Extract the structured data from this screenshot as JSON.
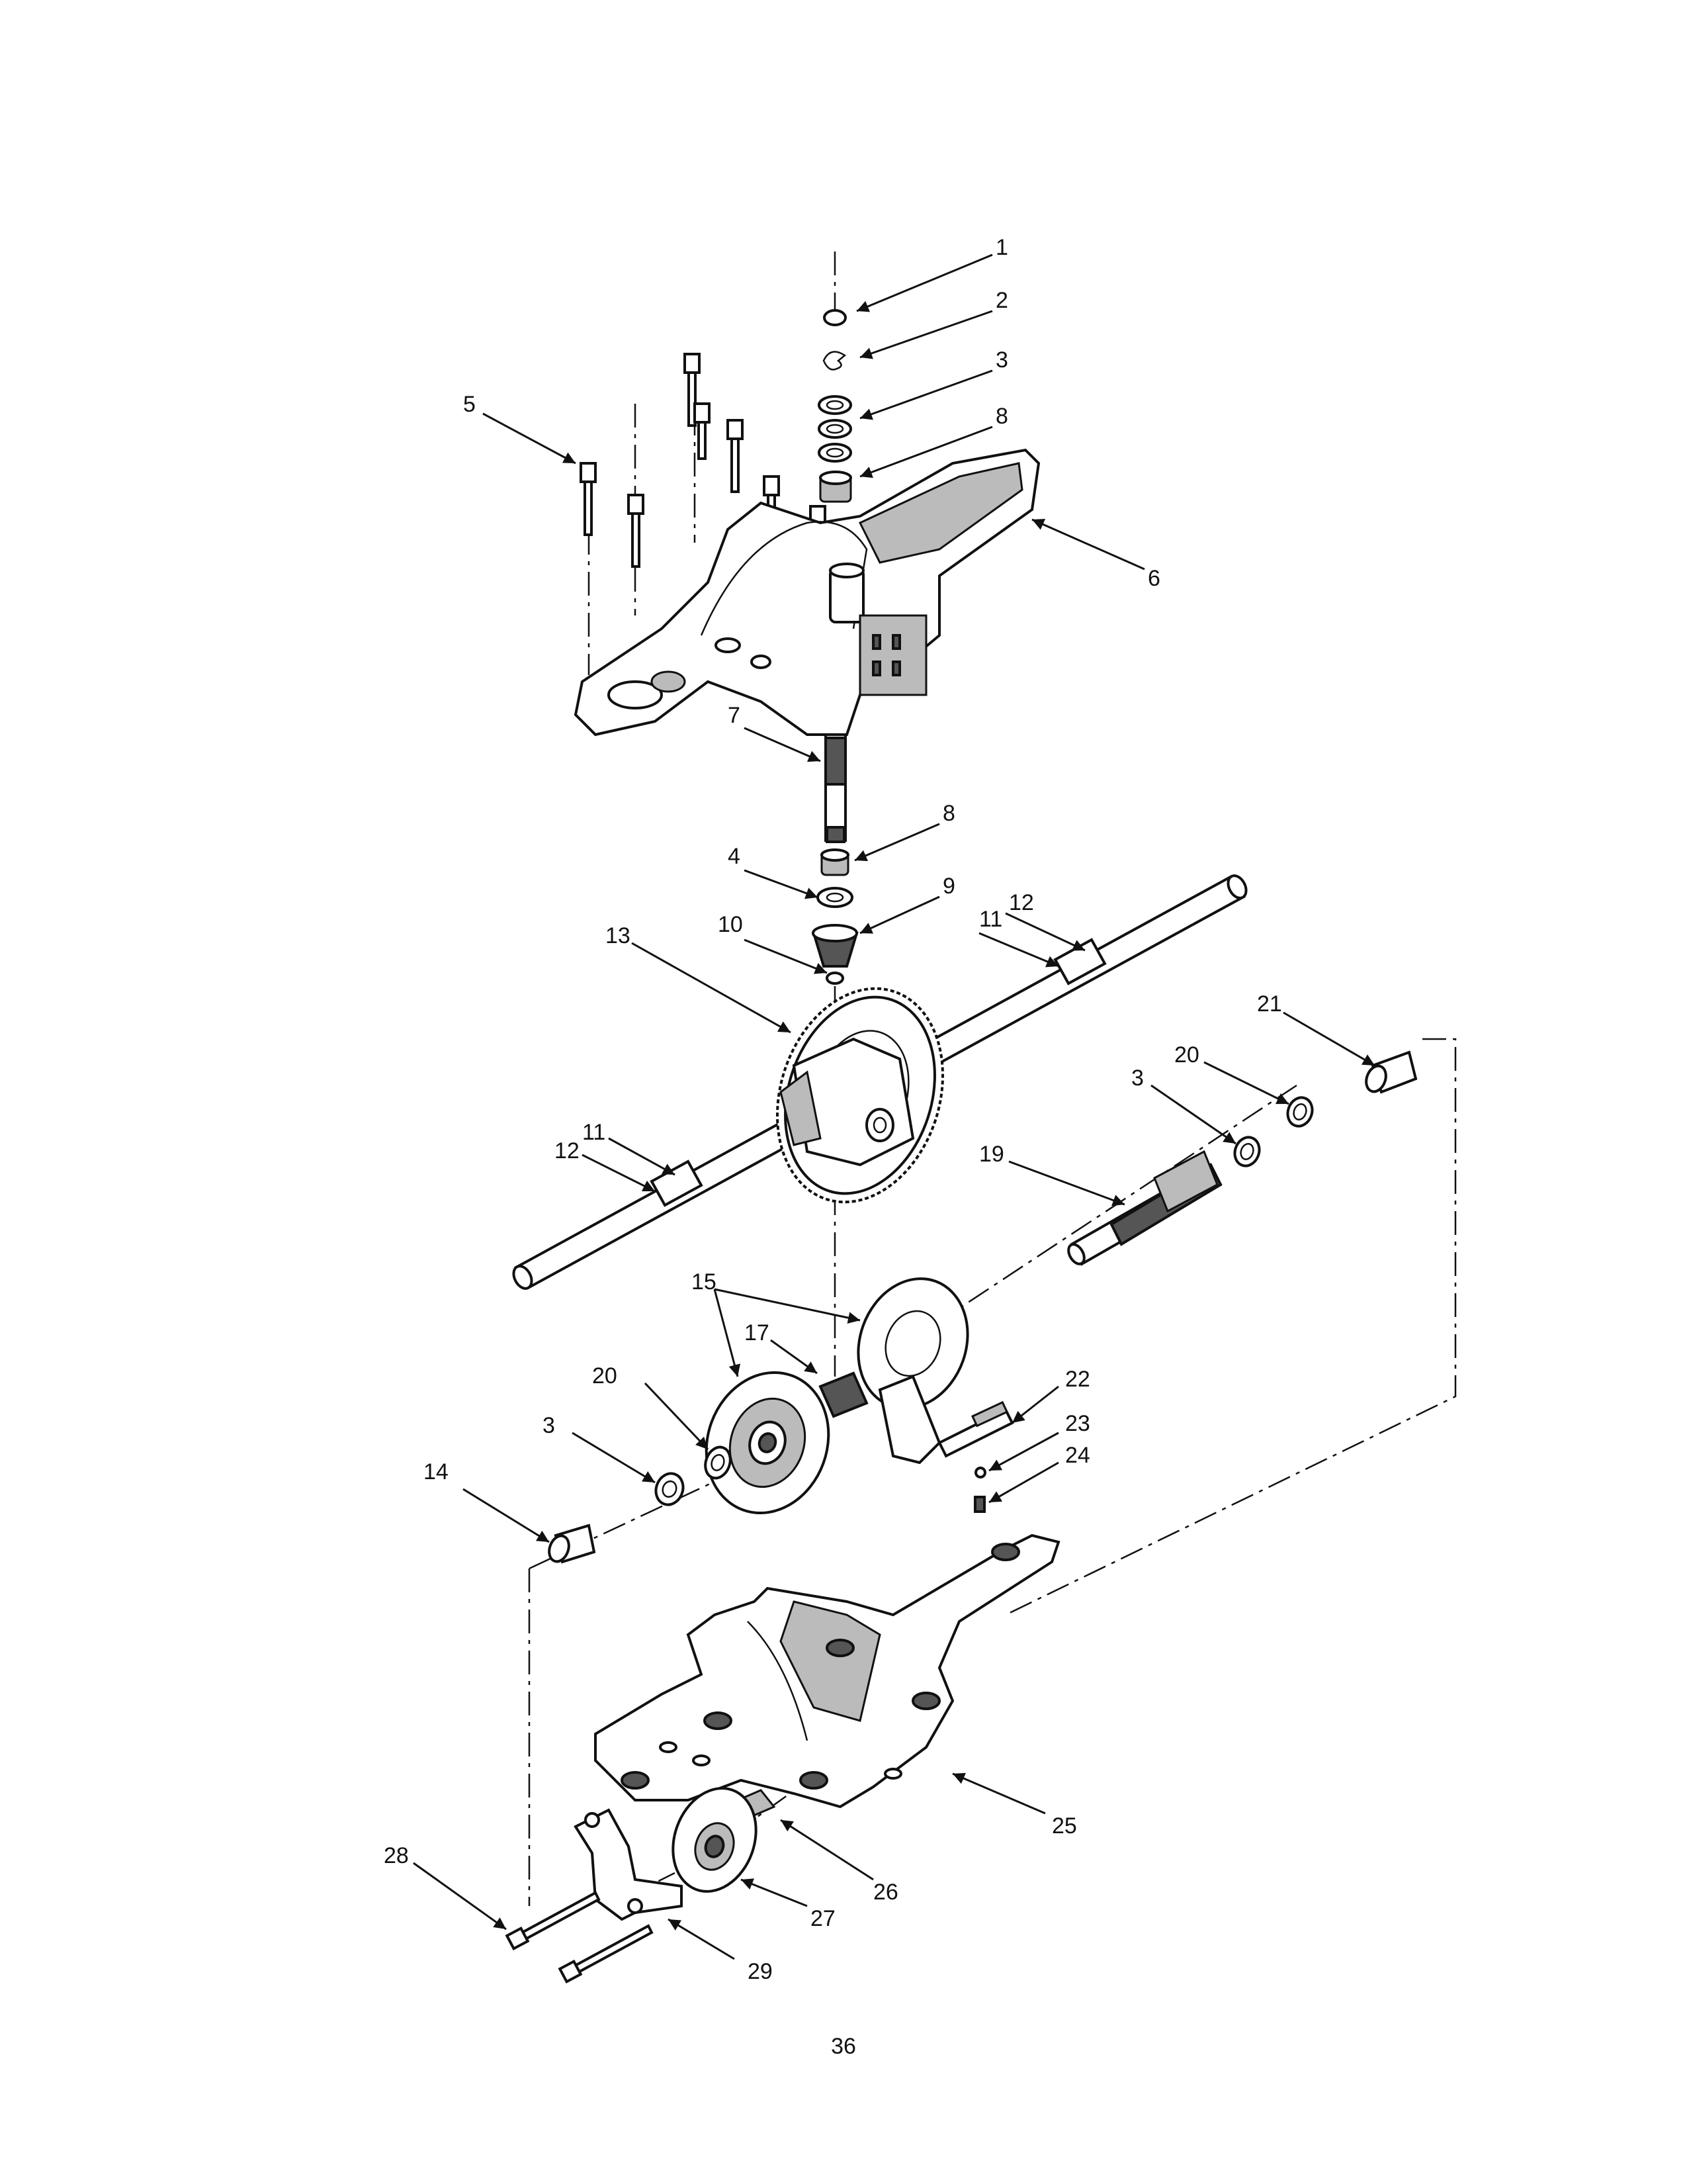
{
  "page_number": "36",
  "callouts": [
    {
      "id": "c1",
      "label": "1"
    },
    {
      "id": "c2",
      "label": "2"
    },
    {
      "id": "c3a",
      "label": "3"
    },
    {
      "id": "c8a",
      "label": "8"
    },
    {
      "id": "c5",
      "label": "5"
    },
    {
      "id": "c6",
      "label": "6"
    },
    {
      "id": "c7",
      "label": "7"
    },
    {
      "id": "c8b",
      "label": "8"
    },
    {
      "id": "c4",
      "label": "4"
    },
    {
      "id": "c9",
      "label": "9"
    },
    {
      "id": "c10",
      "label": "10"
    },
    {
      "id": "c11a",
      "label": "11"
    },
    {
      "id": "c12a",
      "label": "12"
    },
    {
      "id": "c13",
      "label": "13"
    },
    {
      "id": "c21",
      "label": "21"
    },
    {
      "id": "c20a",
      "label": "20"
    },
    {
      "id": "c3b",
      "label": "3"
    },
    {
      "id": "c19",
      "label": "19"
    },
    {
      "id": "c12b",
      "label": "12"
    },
    {
      "id": "c11b",
      "label": "11"
    },
    {
      "id": "c15",
      "label": "15"
    },
    {
      "id": "c17",
      "label": "17"
    },
    {
      "id": "c20b",
      "label": "20"
    },
    {
      "id": "c3c",
      "label": "3"
    },
    {
      "id": "c14",
      "label": "14"
    },
    {
      "id": "c22",
      "label": "22"
    },
    {
      "id": "c23",
      "label": "23"
    },
    {
      "id": "c24",
      "label": "24"
    },
    {
      "id": "c25",
      "label": "25"
    },
    {
      "id": "c26",
      "label": "26"
    },
    {
      "id": "c27",
      "label": "27"
    },
    {
      "id": "c28",
      "label": "28"
    },
    {
      "id": "c29",
      "label": "29"
    }
  ]
}
